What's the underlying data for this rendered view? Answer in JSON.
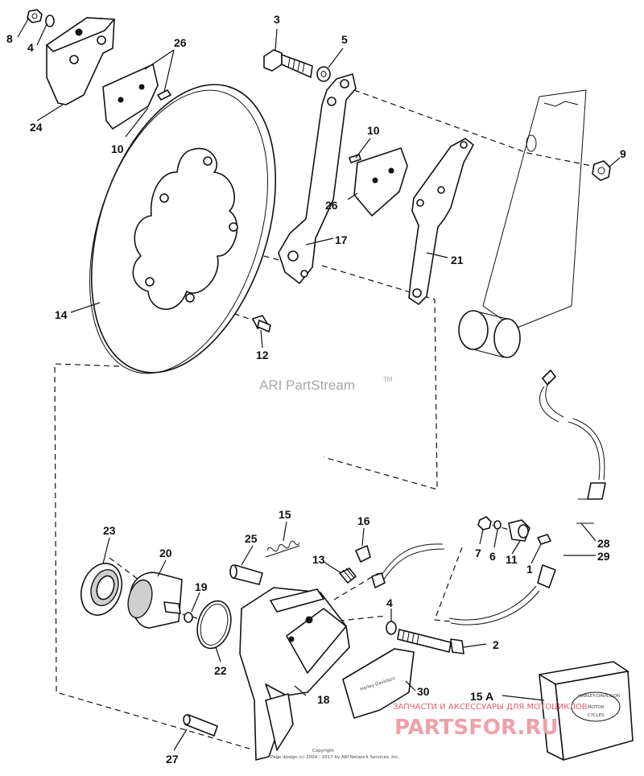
{
  "labels": {
    "p8": "8",
    "p4a": "4",
    "p26a": "26",
    "p24": "24",
    "p10a": "10",
    "p3": "3",
    "p5": "5",
    "p10b": "10",
    "p26b": "26",
    "p9": "9",
    "p17": "17",
    "p21": "21",
    "p14": "14",
    "p12": "12",
    "p15": "15",
    "p16": "16",
    "p25": "25",
    "p13": "13",
    "p23": "23",
    "p20": "20",
    "p19": "19",
    "p22": "22",
    "p4b": "4",
    "p2": "2",
    "p7": "7",
    "p6": "6",
    "p11": "11",
    "p1": "1",
    "p28": "28",
    "p29": "29",
    "p30": "30",
    "p18": "18",
    "p15a": "15 A",
    "p27": "27"
  },
  "watermark": {
    "text": "ARI PartStream",
    "tm": "TM"
  },
  "copyright": {
    "line1": "Copyright",
    "line2": "Page design (c) 2004 - 2017 by ARI Network Services, Inc."
  },
  "seller": {
    "tagline": "ЗАПЧАСТИ И АКСЕССУАРЫ ДЛЯ МОТОЦИКЛОВ",
    "logo": "PARTSFOR.RU"
  },
  "pad_print": "Harley-Davidson",
  "box_print": {
    "line1": "HARLEY-DAVIDSON",
    "line2": "MOTOR",
    "line3": "CYCLES"
  },
  "colors": {
    "ink": "#111111",
    "watermark": "#a7a7a7",
    "seller": "#e35d6a"
  }
}
